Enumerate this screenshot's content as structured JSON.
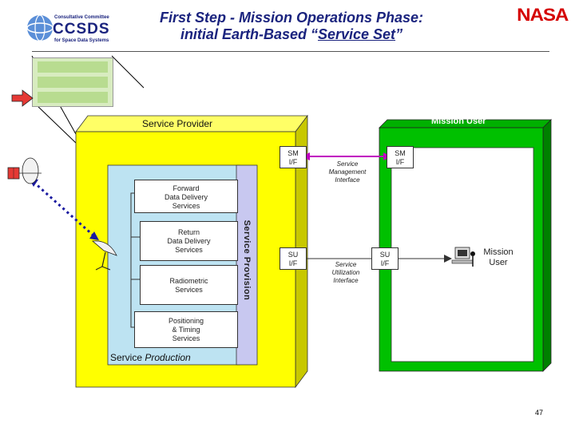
{
  "slide": {
    "title_line1": "First Step - Mission Operations Phase:",
    "title_line2_pre": "initial Earth-Based “",
    "title_line2_link": "Service Set",
    "title_line2_post": "”",
    "logo": {
      "line1": "Consultative Committee",
      "wordmark": "CCSDS",
      "line2": "for Space Data Systems"
    },
    "agency": "NASA",
    "page_number": "47"
  },
  "diagram": {
    "service_provider": "Service Provider",
    "mission_user_region": "Mission User",
    "sm_if_left": [
      "SM",
      "I/F"
    ],
    "sm_if_right": [
      "SM",
      "I/F"
    ],
    "su_if_left": [
      "SU",
      "I/F"
    ],
    "su_if_right": [
      "SU",
      "I/F"
    ],
    "service_management_interface": [
      "Service",
      "Management",
      "Interface"
    ],
    "service_utilization_interface": [
      "Service",
      "Utilization",
      "Interface"
    ],
    "service_provision": "Service Provision",
    "service_production_pre": "Service ",
    "service_production_em": "Production",
    "services": {
      "forward": [
        "Forward",
        "Data Delivery",
        "Services"
      ],
      "return": [
        "Return",
        "Data Delivery",
        "Services"
      ],
      "radiometric": [
        "Radiometric",
        "Services"
      ],
      "positioning": [
        "Positioning",
        "& Timing",
        "Services"
      ]
    },
    "mission_user_label": [
      "Mission",
      "User"
    ]
  },
  "colors": {
    "provider_yellow": "#ffff00",
    "provider_side": "#c8c800",
    "mission_green": "#00c000",
    "mission_side": "#008000",
    "production_blue": "#bde3f2",
    "provision_lavender": "#c8c8f0",
    "sm_magenta": "#c000c0",
    "link_blue": "#1a1aa0"
  }
}
